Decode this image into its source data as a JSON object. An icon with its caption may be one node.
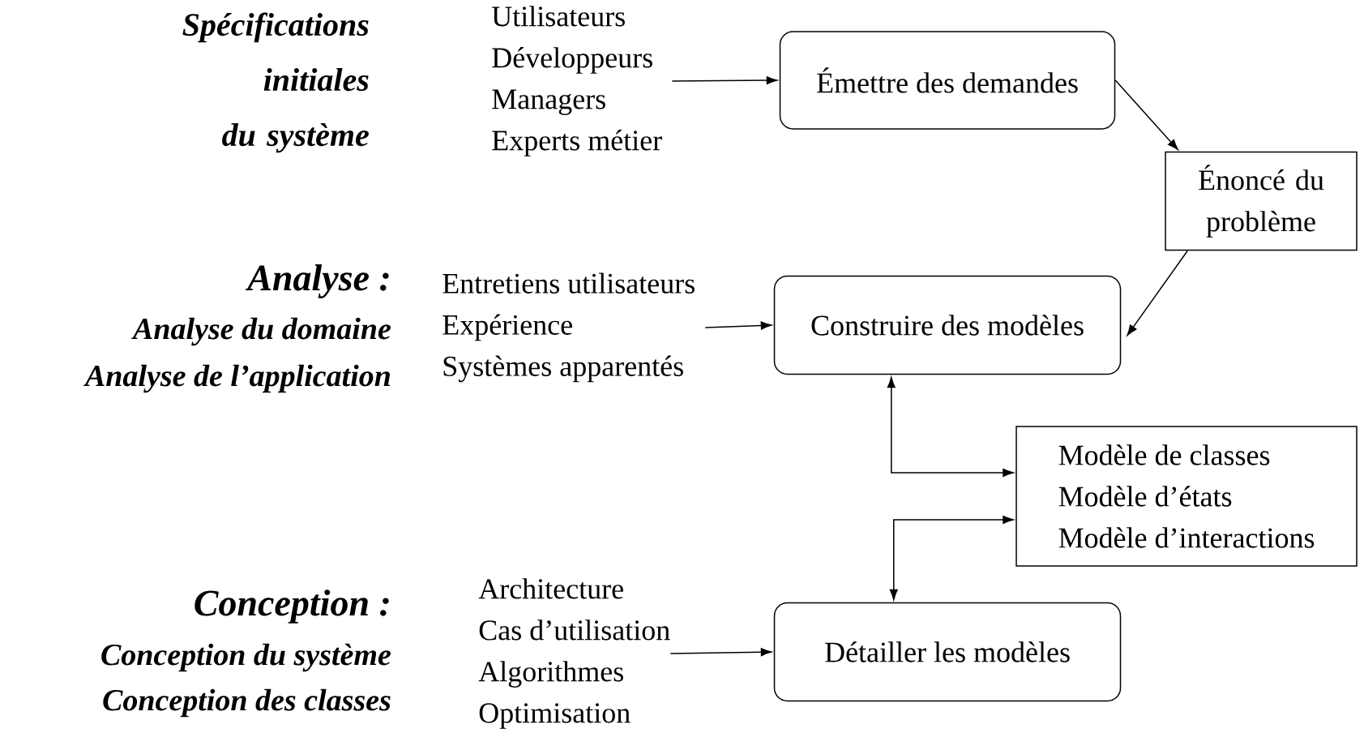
{
  "diagram": {
    "nodes": [
      {
        "text": [
          "Utilisateurs",
          "Développeurs",
          "Managers",
          "Experts métier"
        ]
      },
      {
        "text": [
          "Émettre des demandes"
        ]
      },
      {
        "text": [
          "Énoncé du problème"
        ]
      },
      {
        "text": [
          "Entretiens utilisateurs",
          "Expérience",
          "Systèmes apparentés"
        ]
      },
      {
        "text": [
          "Construire des modèles"
        ]
      },
      {
        "text": [
          "Modèle de classes",
          "Modèle d’états",
          "Modèle d’interactions"
        ]
      },
      {
        "text": [
          "Architecture",
          "Cas d’utilisation",
          "Algorithmes",
          "Optimisation"
        ]
      },
      {
        "text": [
          "Détailler les modèles"
        ]
      }
    ],
    "edges": [
      {
        "from": 0,
        "to": 1,
        "arrow": "to"
      },
      {
        "from": 1,
        "to": 2,
        "arrow": "to"
      },
      {
        "from": 2,
        "to": 4,
        "arrow": "to"
      },
      {
        "from": 3,
        "to": 4,
        "arrow": "to"
      },
      {
        "from": 4,
        "to": 5,
        "arrow": "both"
      },
      {
        "from": 5,
        "to": 7,
        "arrow": "both"
      },
      {
        "from": 6,
        "to": 7,
        "arrow": "to"
      }
    ],
    "labels": [
      "Spécifications initiales du système",
      "Analyse :",
      "Analyse du domaine",
      "Analyse de l’application",
      "Conception :",
      "Conception du système",
      "Conception des classes"
    ]
  }
}
